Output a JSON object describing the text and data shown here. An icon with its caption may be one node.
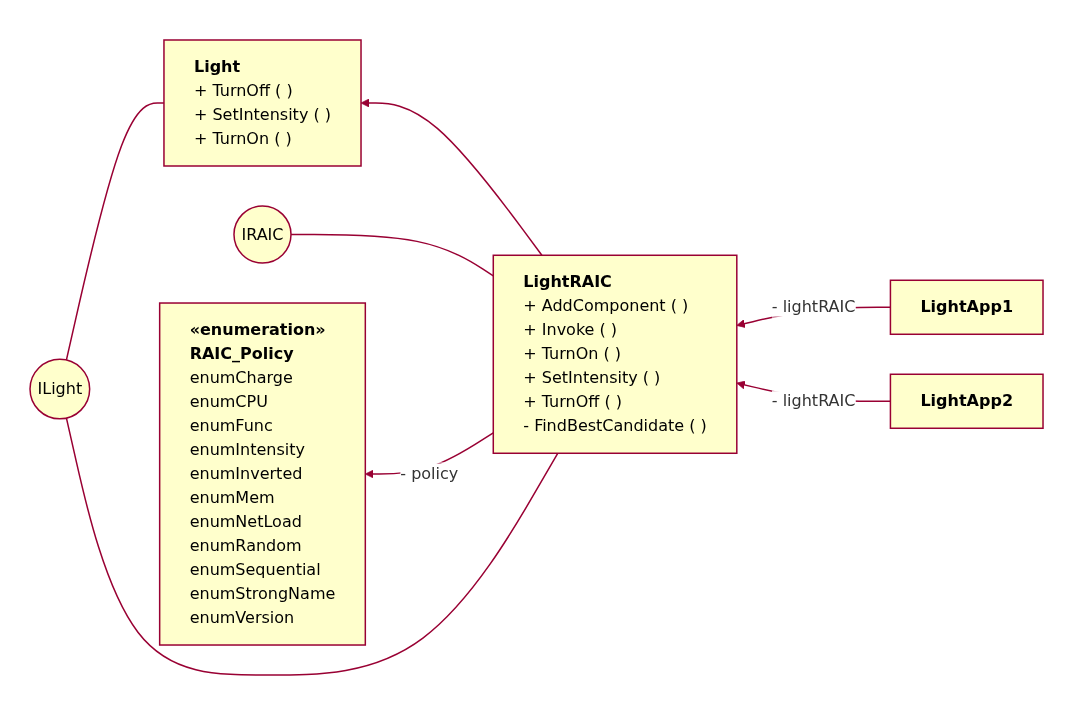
{
  "diagram": {
    "nodes": [
      {
        "text": [
          "Light",
          "+ TurnOff ( )",
          "+ SetIntensity ( )",
          "+ TurnOn ( )"
        ]
      },
      {
        "text": [
          "ILight"
        ]
      },
      {
        "text": [
          "IRAIC"
        ]
      },
      {
        "text": [
          "«enumeration»",
          "RAIC_Policy",
          "enumCharge",
          "enumCPU",
          "enumFunc",
          "enumIntensity",
          "enumInverted",
          "enumMem",
          "enumNetLoad",
          "enumRandom",
          "enumSequential",
          "enumStrongName",
          "enumVersion"
        ]
      },
      {
        "text": [
          "LightRAIC",
          "+ AddComponent ( )",
          "+ Invoke ( )",
          "+ TurnOn ( )",
          "+ SetIntensity ( )",
          "+ TurnOff ( )",
          "- FindBestCandidate ( )"
        ]
      },
      {
        "text": [
          "LightApp1"
        ]
      },
      {
        "text": [
          "LightApp2"
        ]
      }
    ],
    "edges": [
      {
        "from": 0,
        "to": 1,
        "arrow": "none"
      },
      {
        "from": 4,
        "to": 1,
        "arrow": "none"
      },
      {
        "from": 4,
        "to": 2,
        "arrow": "none"
      },
      {
        "from": 4,
        "to": 0,
        "arrow": "to"
      },
      {
        "from": 4,
        "to": 3,
        "arrow": "to",
        "label": "- policy"
      },
      {
        "from": 5,
        "to": 4,
        "arrow": "to",
        "label": "- lightRAIC"
      },
      {
        "from": 6,
        "to": 4,
        "arrow": "to",
        "label": "- lightRAIC"
      }
    ]
  }
}
